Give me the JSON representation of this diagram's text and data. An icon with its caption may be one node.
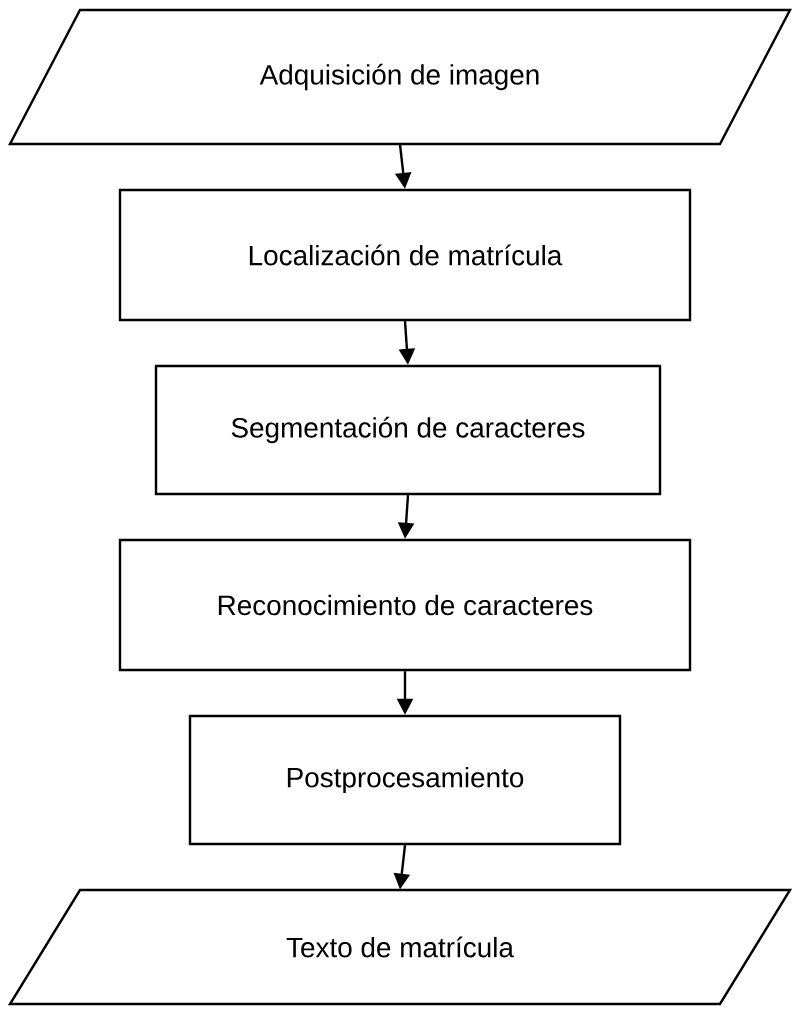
{
  "diagram": {
    "nodes": [
      {
        "text": [
          "Adquisición de imagen"
        ]
      },
      {
        "text": [
          "Localización de matrícula"
        ]
      },
      {
        "text": [
          "Segmentación de caracteres"
        ]
      },
      {
        "text": [
          "Reconocimiento de caracteres"
        ]
      },
      {
        "text": [
          "Postprocesamiento"
        ]
      },
      {
        "text": [
          "Texto de matrícula"
        ]
      }
    ],
    "edges": [
      {
        "from": 0,
        "to": 1,
        "arrow": "to"
      },
      {
        "from": 1,
        "to": 2,
        "arrow": "to"
      },
      {
        "from": 2,
        "to": 3,
        "arrow": "to"
      },
      {
        "from": 3,
        "to": 4,
        "arrow": "to"
      },
      {
        "from": 4,
        "to": 5,
        "arrow": "to"
      }
    ]
  }
}
